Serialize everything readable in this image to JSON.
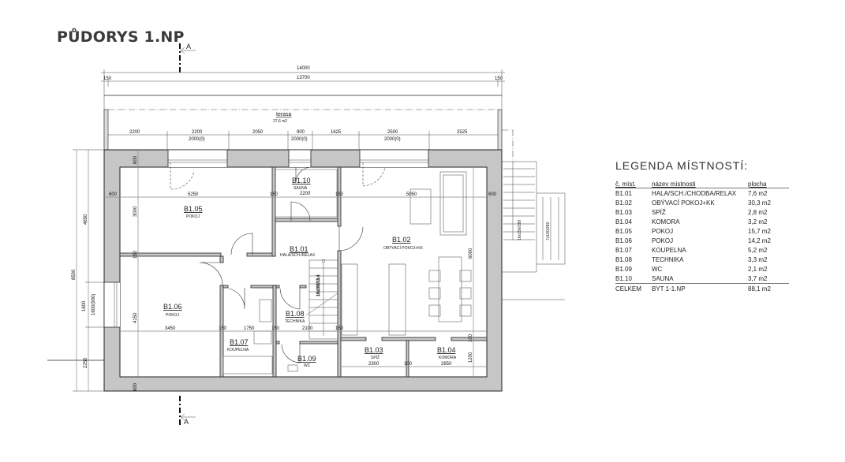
{
  "title": "PŮDORYS 1.NP",
  "section_mark": "A",
  "terrace": {
    "name": "terasa",
    "area": "27,6 m2"
  },
  "dims": {
    "total_outer": "14000",
    "total_inner": "13700",
    "edge_left": "150",
    "edge_right": "150",
    "seg": [
      "2200",
      "2200",
      "2050",
      "900",
      "1625",
      "2500",
      "2525"
    ],
    "seg_sub": [
      "2000(0)",
      "2000(0)",
      "2000(0)"
    ],
    "inner_600_left": "600",
    "inner_5250": "5250",
    "inner_150_a": "150",
    "inner_2200": "2200",
    "inner_150_b": "150",
    "inner_5050": "5050",
    "inner_600_right": "600",
    "top_wall_600": "600",
    "h_3000": "3000",
    "h_150": "150",
    "h_4150": "4150",
    "inner_3450": "3450",
    "inner_150_c": "150",
    "inner_1750": "1750",
    "inner_150_d": "150",
    "inner_2100": "2100",
    "inner_150_e": "150",
    "h_6000": "6000",
    "h_100": "100",
    "h_1200": "1200",
    "inner_2300": "2300",
    "inner_100": "100",
    "inner_2650": "2650",
    "bottom_wall_600": "600",
    "left_4650": "4650",
    "left_8500": "8500",
    "left_1600": "1600",
    "left_1600_900": "1600(900)",
    "left_2250": "2250",
    "stair_inner": "16x268/18.4",
    "stair_ext_1": "16x150/280",
    "stair_ext_2": "7x180/280"
  },
  "rooms": [
    {
      "id": "B1.01",
      "name": "HALA/SCH./RELAX"
    },
    {
      "id": "B1.02",
      "name": "OBÝVACÍ POKOJ+KK"
    },
    {
      "id": "B1.03",
      "name": "SPÍŽ"
    },
    {
      "id": "B1.04",
      "name": "KOMORA"
    },
    {
      "id": "B1.05",
      "name": "POKOJ"
    },
    {
      "id": "B1.06",
      "name": "POKOJ"
    },
    {
      "id": "B1.07",
      "name": "KOUPELNA"
    },
    {
      "id": "B1.08",
      "name": "TECHNIKA"
    },
    {
      "id": "B1.09",
      "name": "WC"
    },
    {
      "id": "B1.10",
      "name": "SAUNA"
    }
  ],
  "legend": {
    "title": "LEGENDA MÍSTNOSTÍ:",
    "headers": [
      "č. míst.",
      "název místnosti",
      "plocha"
    ],
    "rows": [
      [
        "B1.01",
        "HALA/SCH./CHODBA/RELAX",
        "7,6 m2"
      ],
      [
        "B1.02",
        "OBÝVACÍ POKOJ+KK",
        "30,3 m2"
      ],
      [
        "B1.03",
        "SPÍŽ",
        "2,8 m2"
      ],
      [
        "B1.04",
        "KOMORA",
        "3,2 m2"
      ],
      [
        "B1.05",
        "POKOJ",
        "15,7 m2"
      ],
      [
        "B1.06",
        "POKOJ",
        "14,2 m2"
      ],
      [
        "B1.07",
        "KOUPELNA",
        "5,2 m2"
      ],
      [
        "B1.08",
        "TECHNIKA",
        "3,3 m2"
      ],
      [
        "B1.09",
        "WC",
        "2,1 m2"
      ],
      [
        "B1.10",
        "SAUNA",
        "3,7 m2"
      ]
    ],
    "total": [
      "CELKEM",
      "BYT 1-1.NP",
      "88,1 m2"
    ]
  }
}
